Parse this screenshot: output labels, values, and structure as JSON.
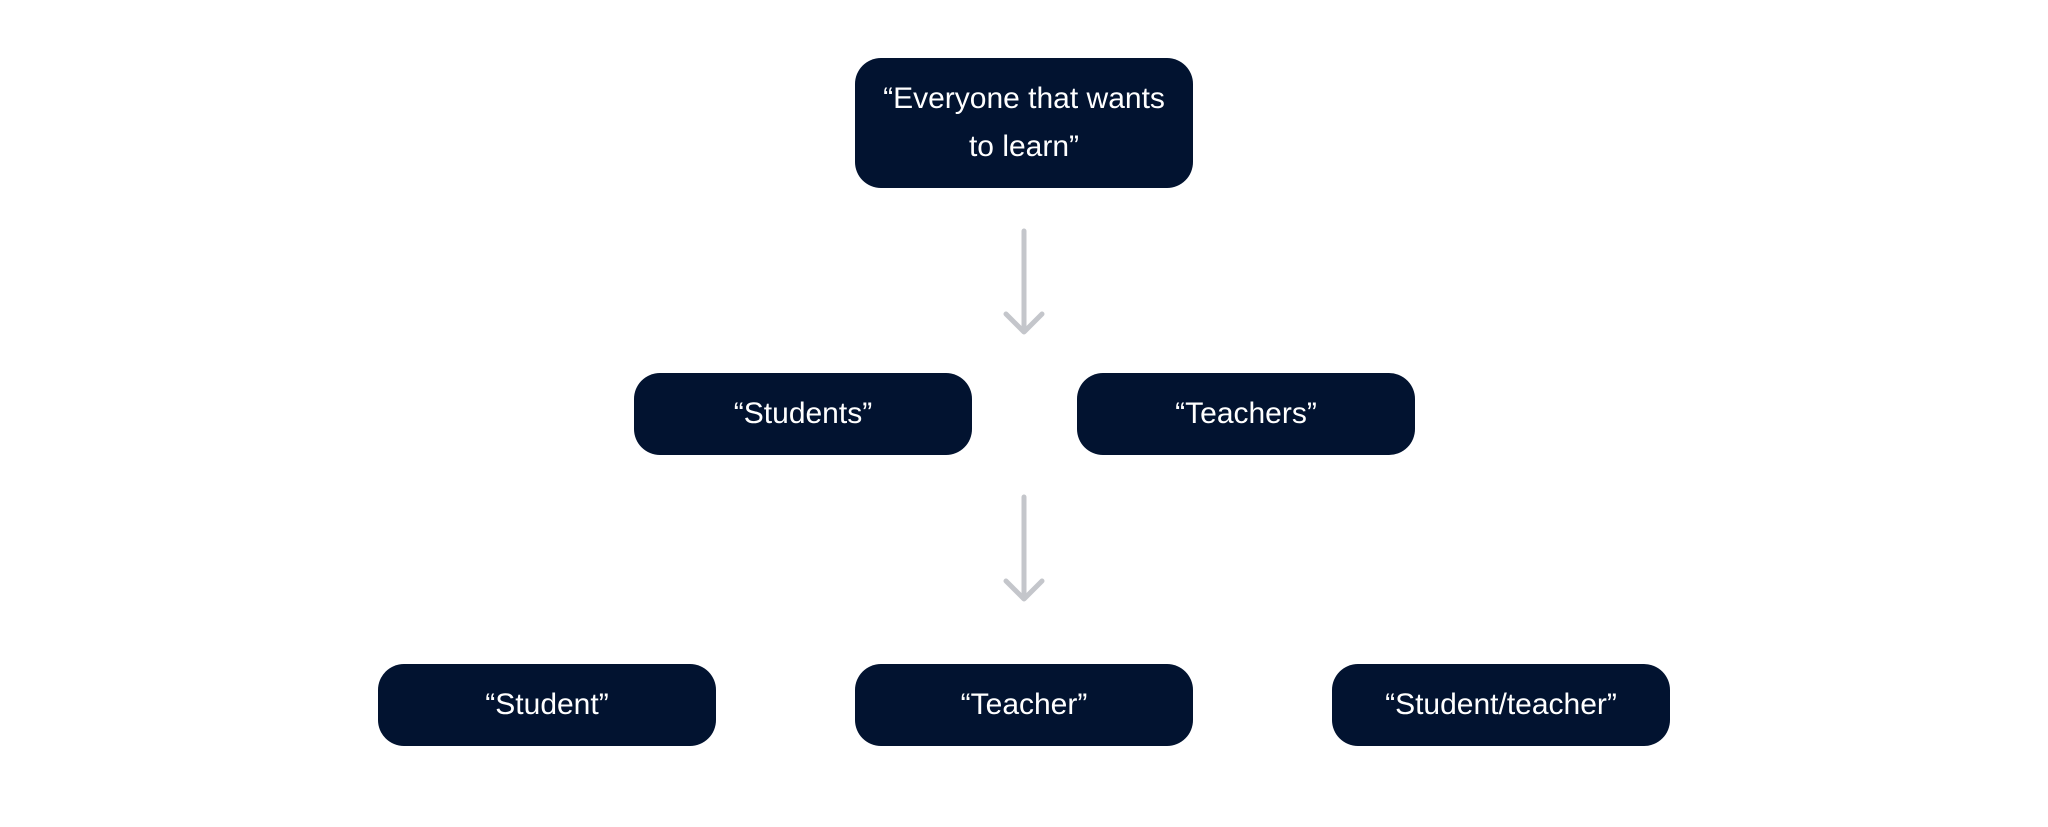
{
  "diagram": {
    "colors": {
      "node_fill": "#021330",
      "node_text": "#ffffff",
      "arrow": "#c4c6cb",
      "background": "#ffffff"
    },
    "levels": [
      {
        "nodes": [
          {
            "label": "“Everyone that wants to learn”"
          }
        ]
      },
      {
        "nodes": [
          {
            "label": "“Students”"
          },
          {
            "label": "“Teachers”"
          }
        ]
      },
      {
        "nodes": [
          {
            "label": "“Student”"
          },
          {
            "label": "“Teacher”"
          },
          {
            "label": "“Student/teacher”"
          }
        ]
      }
    ],
    "connectors": [
      {
        "from_level": 0,
        "to_level": 1,
        "type": "down-arrow"
      },
      {
        "from_level": 1,
        "to_level": 2,
        "type": "down-arrow"
      }
    ]
  }
}
